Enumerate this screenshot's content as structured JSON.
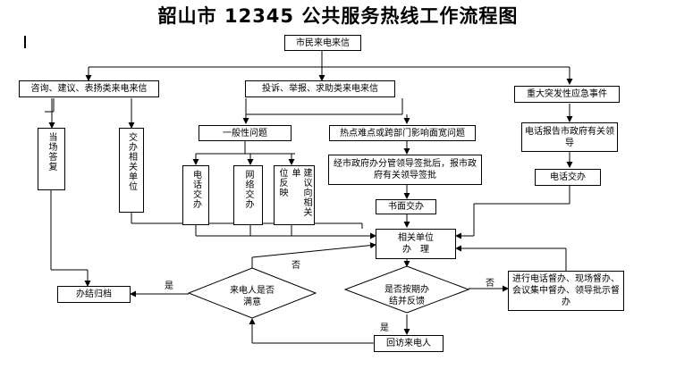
{
  "title": "韶山市 12345 公共服务热线工作流程图",
  "nodes": {
    "start": "市民来电来信",
    "consult": "咨询、建议、表扬类来电来信",
    "complaint": "投诉、举报、求助类来电来信",
    "emergency": "重大突发性应急事件",
    "answer": "当场答复",
    "assign_unit": "交办相关单位",
    "general": "一般性问题",
    "hot": "热点难点或跨部门影响面宽问题",
    "report_gov": "电话报告市政府有关领导",
    "phone_assign": "电话交办",
    "net_assign": "网络交办",
    "unit_feedback_col1": "位反映",
    "unit_feedback_col2": "建议向相关单",
    "approval": "经市政府办分管领导签批后，报市政府有关领导签批",
    "phone_assign2": "电话交办",
    "written": "书面交办",
    "handle_l1": "相关单位",
    "handle_l2": "办　理",
    "supervise": "进行电话督办、现场督办、会议集中督办、领导批示督办",
    "timely_l1": "是否按期办",
    "timely_l2": "结并反馈",
    "satisfied_l1": "来电人是否",
    "satisfied_l2": "满意",
    "close": "办结归档",
    "callback": "回访来电人"
  },
  "labels": {
    "no_top": "否",
    "yes_left": "是",
    "no_right": "否",
    "yes_bottom": "是"
  }
}
